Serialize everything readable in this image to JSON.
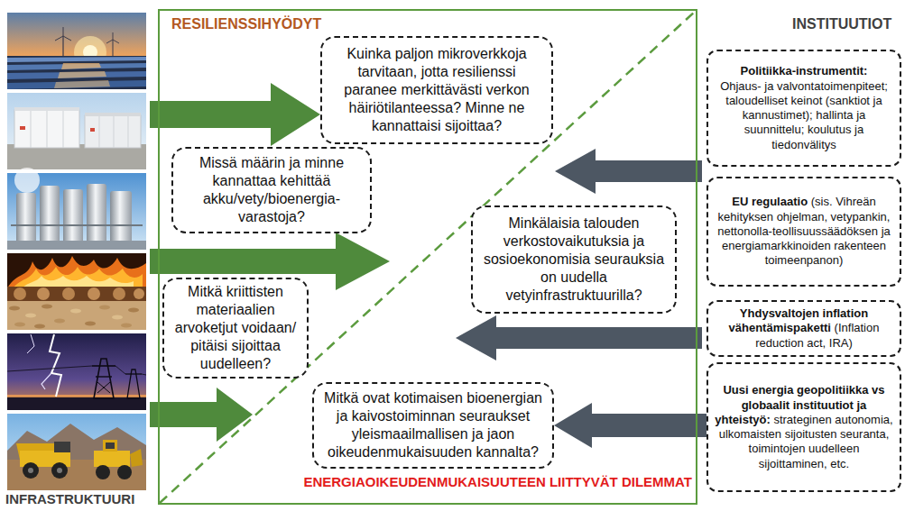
{
  "diagram": {
    "nodes": [
      {
        "text": [
          "RESILIENSSIHYÖDYT",
          "ENERGIAOIKEUDENMUKAISUUTEEN LIITTYVÄT DILEMMAT"
        ]
      },
      {
        "text": [
          "Kuinka paljon mikroverkkoja tarvitaan, jotta resilienssi paranee merkittävästi verkon häiriötilanteessa? Minne ne kannattaisi sijoittaa?"
        ],
        "in": 0
      },
      {
        "text": [
          "Missä määrin ja minne kannattaa kehittää akku/vety/bioenergia-varastoja?"
        ],
        "in": 0
      },
      {
        "text": [
          "Minkälaisia talouden verkostovaikutuksia ja sosioekonomisia seurauksia on uudella vetyinfrastruktuurilla?"
        ],
        "in": 0
      },
      {
        "text": [
          "Mitkä kriittisten materiaalien arvoketjut voidaan/ pitäisi sijoittaa uudelleen?"
        ],
        "in": 0
      },
      {
        "text": [
          "Mitkä ovat kotimaisen bioenergian ja kaivostoiminnan seuraukset yleismaailmallisen ja jaon oikeudenmukaisuuden kannalta?"
        ],
        "in": 0
      },
      {
        "text": [
          "Politiikka-instrumentit:",
          "Ohjaus- ja valvontatoimenpiteet; taloudelliset keinot (sanktiot ja kannustimet); hallinta ja suunnittelu; koulutus ja tiedonvälitys"
        ]
      },
      {
        "text": [
          "EU regulaatio",
          "(sis. Vihreän kehityksen ohjelman, vetypankin, nettonolla-teollisuussäädöksen ja energiamarkkinoiden rakenteen toimeenpanon)"
        ]
      },
      {
        "text": [
          "Yhdysvaltojen inflation vähentämispaketti",
          "(Inflation reduction act, IRA)"
        ]
      },
      {
        "text": [
          "Uusi energia geopolitiikka vs globaalit instituutiot ja yhteistyö:",
          "strateginen autonomia, ulkomaisten sijoitusten seuranta, toimintojen uudelleen sijoittaminen, etc."
        ]
      }
    ],
    "edges": [
      {
        "from": 9,
        "to": 5,
        "arrow": "to"
      }
    ],
    "labels": [
      "INSTITUUTIOT",
      "INFRASTRUKTUURI"
    ]
  }
}
